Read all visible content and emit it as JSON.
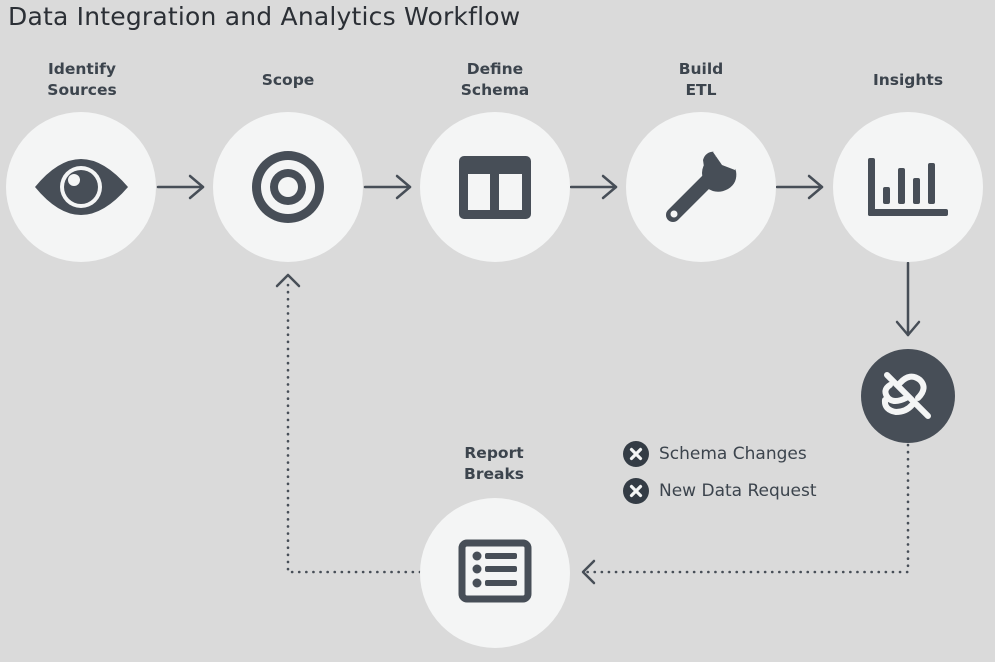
{
  "title": "Data Integration and Analytics Workflow",
  "colors": {
    "background": "#dadada",
    "node_fill": "#f4f5f5",
    "icon": "#474e57",
    "break_node_fill": "#474e57",
    "break_icon": "#f4f5f5",
    "text": "#3c444d"
  },
  "steps": [
    {
      "id": "identify-sources",
      "label_lines": [
        "Identify",
        "Sources"
      ],
      "icon": "eye-icon"
    },
    {
      "id": "scope",
      "label_lines": [
        "Scope"
      ],
      "icon": "target-icon"
    },
    {
      "id": "define-schema",
      "label_lines": [
        "Define",
        "Schema"
      ],
      "icon": "schema-layout-icon"
    },
    {
      "id": "build-etl",
      "label_lines": [
        "Build",
        "ETL"
      ],
      "icon": "wrench-icon"
    },
    {
      "id": "insights",
      "label_lines": [
        "Insights"
      ],
      "icon": "bar-chart-icon"
    }
  ],
  "break_node": {
    "id": "pipeline-break",
    "icon": "broken-link-icon"
  },
  "report_node": {
    "id": "report-breaks",
    "label_lines": [
      "Report",
      "Breaks"
    ],
    "icon": "list-icon"
  },
  "legend": [
    {
      "icon": "x-circle-icon",
      "label": "Schema Changes"
    },
    {
      "icon": "x-circle-icon",
      "label": "New Data Request"
    }
  ],
  "edges": [
    {
      "from": "identify-sources",
      "to": "scope",
      "style": "solid"
    },
    {
      "from": "scope",
      "to": "define-schema",
      "style": "solid"
    },
    {
      "from": "define-schema",
      "to": "build-etl",
      "style": "solid"
    },
    {
      "from": "build-etl",
      "to": "insights",
      "style": "solid"
    },
    {
      "from": "insights",
      "to": "pipeline-break",
      "style": "solid"
    },
    {
      "from": "pipeline-break",
      "to": "report-breaks",
      "style": "dotted"
    },
    {
      "from": "report-breaks",
      "to": "scope",
      "style": "dotted"
    }
  ]
}
